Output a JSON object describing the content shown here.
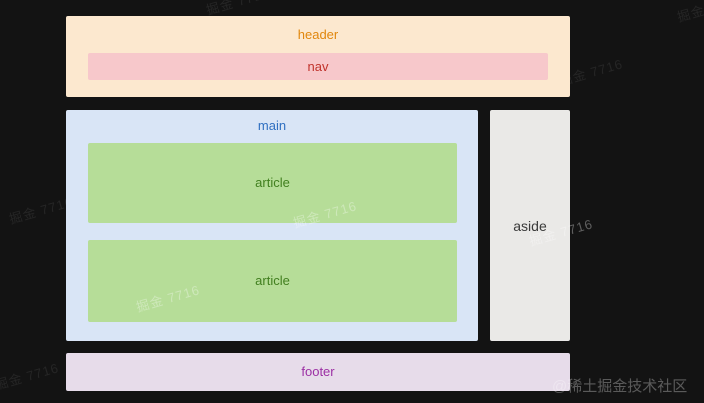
{
  "labels": {
    "header": "header",
    "nav": "nav",
    "main": "main",
    "articles": [
      "article",
      "article"
    ],
    "aside": "aside",
    "footer": "footer"
  },
  "colors": {
    "canvas_bg": "#131313",
    "header_bg": "#fce8cf",
    "header_text": "#e1870e",
    "nav_bg": "#f7c8cb",
    "nav_text": "#c1332c",
    "main_bg": "#d9e5f6",
    "main_text": "#2f6fc1",
    "article_bg": "#b6dd98",
    "article_text": "#417f1f",
    "aside_bg": "#eae9e7",
    "aside_text": "#3a3a3a",
    "footer_bg": "#e7dcea",
    "footer_text": "#9c30a4"
  },
  "watermarks": {
    "tile_text": "掘金 7716",
    "brand": "@稀土掘金技术社区"
  }
}
